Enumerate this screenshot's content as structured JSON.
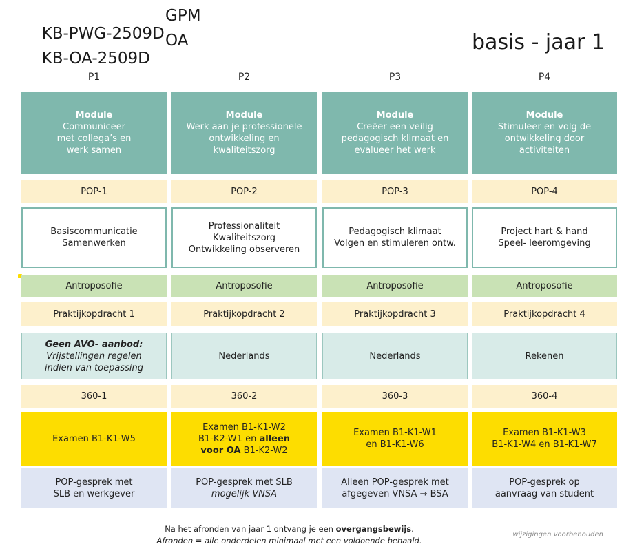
{
  "header": {
    "line1": {
      "code": "KB-PWG-2509D",
      "label": "GPM"
    },
    "line2": {
      "code": "KB-OA-2509D",
      "label": "OA"
    },
    "level": "basis - jaar 1"
  },
  "periods": [
    "P1",
    "P2",
    "P3",
    "P4"
  ],
  "columns": [
    {
      "module_title": "Module",
      "module_lines": [
        "Communiceer",
        "met collega’s en",
        "werk samen"
      ],
      "pop": "POP-1",
      "topics": [
        "Basiscommunicatie",
        "Samenwerken"
      ],
      "antroposofie": "Antroposofie",
      "praktijk": "Praktijkopdracht 1",
      "subject": {
        "bold_italic": "Geen AVO- aanbod:",
        "italic_lines": [
          "Vrijstellingen regelen",
          "indien van toepassing"
        ]
      },
      "r360": "360-1",
      "exam_lines": [
        "Examen B1-K1-W5"
      ],
      "gesprek_lines": [
        "POP-gesprek met",
        "SLB en werkgever"
      ]
    },
    {
      "module_title": "Module",
      "module_lines": [
        "Werk aan je professionele",
        "ontwikkeling en",
        "kwaliteitszorg"
      ],
      "pop": "POP-2",
      "topics": [
        "Professionaliteit",
        "Kwaliteitszorg",
        "Ontwikkeling observeren"
      ],
      "antroposofie": "Antroposofie",
      "praktijk": "Praktijkopdracht 2",
      "subject": {
        "text": "Nederlands"
      },
      "r360": "360-2",
      "exam_lines": [
        "Examen B1-K1-W2"
      ],
      "exam_line2_start": "B1-K2-W1 en",
      "exam_line2_bold": "alleen",
      "exam_line3_bold": "voor OA",
      "exam_line3_end": "B1-K2-W2",
      "gesprek_lines": [
        "POP-gesprek met SLB"
      ],
      "gesprek_italic": "mogelijk VNSA"
    },
    {
      "module_title": "Module",
      "module_lines": [
        "Creëer een veilig",
        "pedagogisch klimaat en",
        "evalueer het werk"
      ],
      "pop": "POP-3",
      "topics": [
        "Pedagogisch klimaat",
        "Volgen en stimuleren ontw."
      ],
      "antroposofie": "Antroposofie",
      "praktijk": "Praktijkopdracht 3",
      "subject": {
        "text": "Nederlands"
      },
      "r360": "360-3",
      "exam_lines": [
        "Examen B1-K1-W1",
        "en B1-K1-W6"
      ],
      "gesprek_lines": [
        "Alleen POP-gesprek met",
        "afgegeven VNSA → BSA"
      ]
    },
    {
      "module_title": "Module",
      "module_lines": [
        "Stimuleer en volg de",
        "ontwikkeling door",
        "activiteiten"
      ],
      "pop": "POP-4",
      "topics": [
        "Project hart & hand",
        "Speel- leeromgeving"
      ],
      "antroposofie": "Antroposofie",
      "praktijk": "Praktijkopdracht 4",
      "subject": {
        "text": "Rekenen"
      },
      "r360": "360-4",
      "exam_lines": [
        "Examen B1-K1-W3",
        "B1-K1-W4 en B1-K1-W7"
      ],
      "gesprek_lines": [
        "POP-gesprek op",
        "aanvraag van student"
      ]
    }
  ],
  "footer": {
    "line1_start": "Na het afronden van jaar 1 ontvang je een",
    "line1_bold": "overgangsbewijs",
    "line1_end": ".",
    "line2": "Afronden = alle onderdelen minimaal met een voldoende behaald."
  },
  "note": "wijzigingen voorbehouden"
}
